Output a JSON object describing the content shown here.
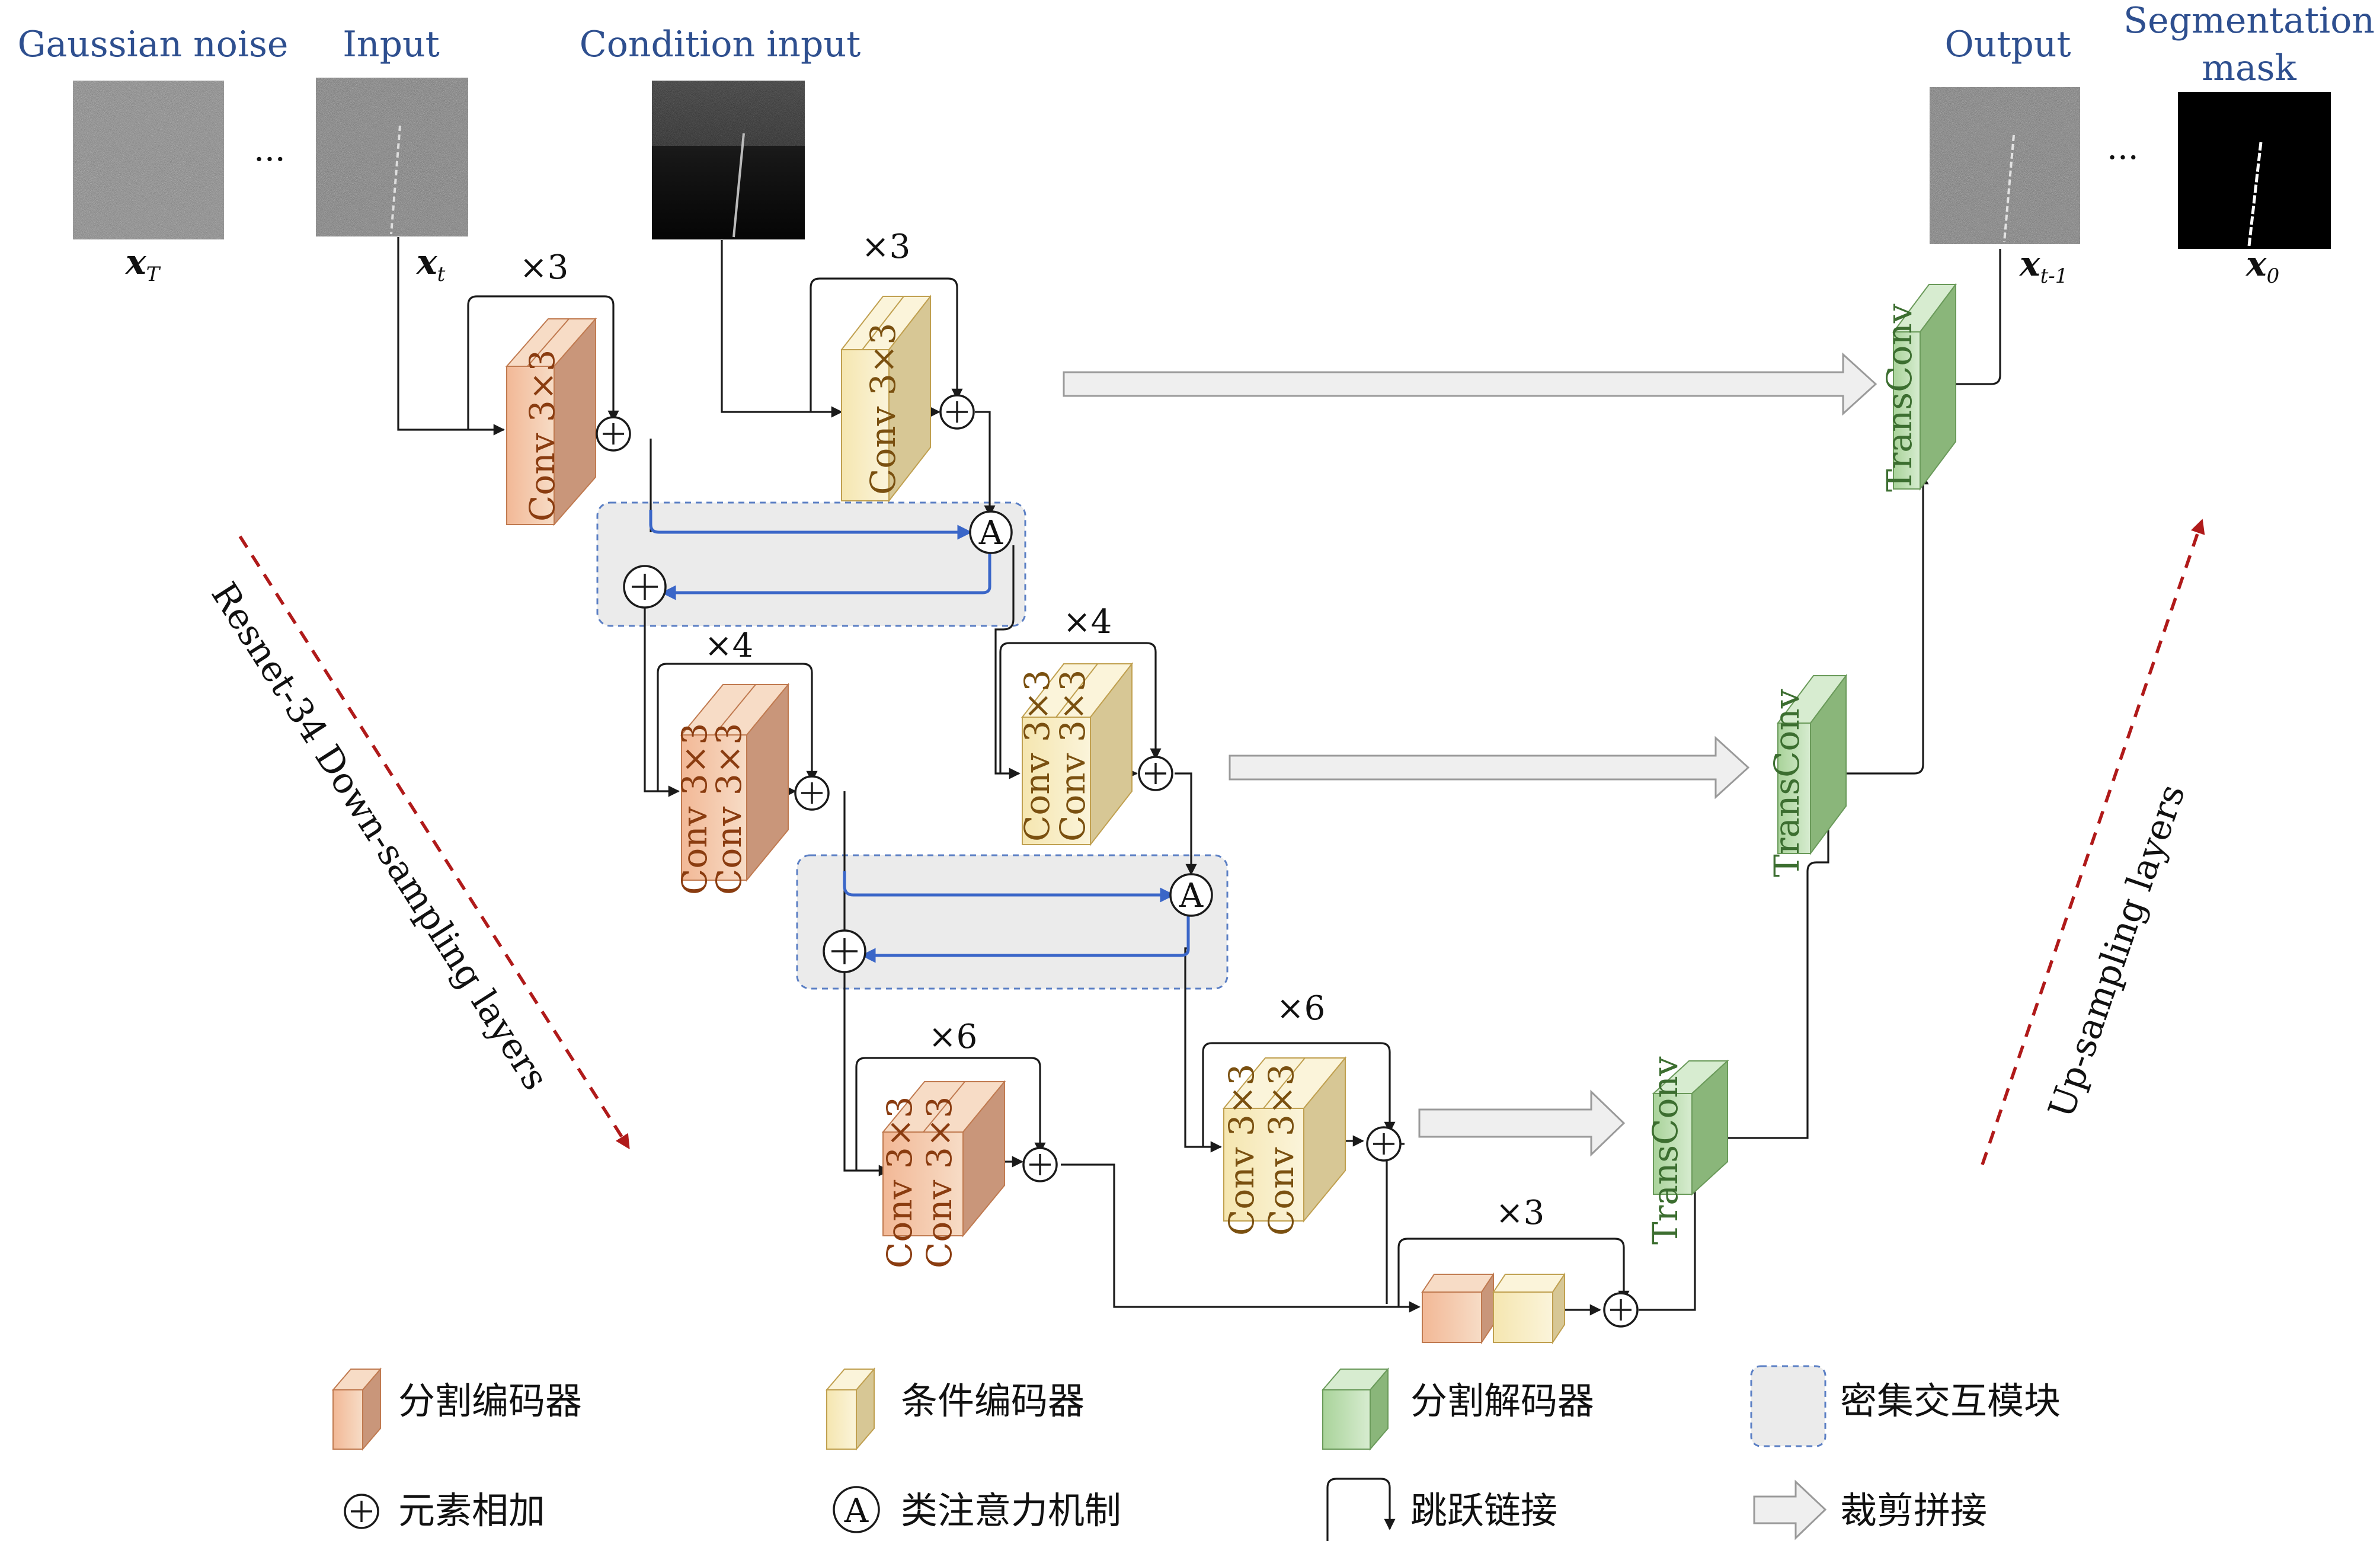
{
  "titles": {
    "gaussian_noise": "Gaussian noise",
    "input": "Input",
    "condition_input": "Condition input",
    "output": "Output",
    "segmentation_line1": "Segmentation",
    "segmentation_line2": "mask"
  },
  "ellipsis": "···",
  "math_labels": {
    "xT_base": "x",
    "xT_sub": "T",
    "xt_base": "x",
    "xt_sub": "t",
    "xtm1_base": "x",
    "xtm1_sub": "t-1",
    "x0_base": "x",
    "x0_sub": "0"
  },
  "conv_label": "Conv 3×3",
  "transconv_label": "TransConv",
  "attention_symbol": "A",
  "repeats": {
    "seg_enc_1": "×3",
    "cond_enc_1": "×3",
    "seg_enc_2": "×4",
    "cond_enc_2": "×4",
    "seg_enc_3": "×6",
    "cond_enc_3": "×6",
    "bottleneck": "×3"
  },
  "side_labels": {
    "downsampling": "Resnet-34 Down-sampling layers",
    "upsampling": "Up-sampling layers"
  },
  "legend": {
    "seg_encoder": "分割编码器",
    "cond_encoder": "条件编码器",
    "seg_decoder": "分割解码器",
    "dense_module": "密集交互模块",
    "elementwise_add": "元素相加",
    "class_attention": "类注意力机制",
    "skip_connection": "跳跃链接",
    "crop_concat": "裁剪拼接"
  },
  "colors": {
    "seg_encoder": "#f2b896",
    "cond_encoder": "#f5e6b0",
    "seg_decoder": "#a9d39a",
    "dense_module_bg": "#ebebeb",
    "dense_module_border": "#5b7fc4",
    "attention_arrow": "#3a66c8",
    "sampling_arrow": "#b01a1a",
    "title_text": "#2e4f8f"
  }
}
